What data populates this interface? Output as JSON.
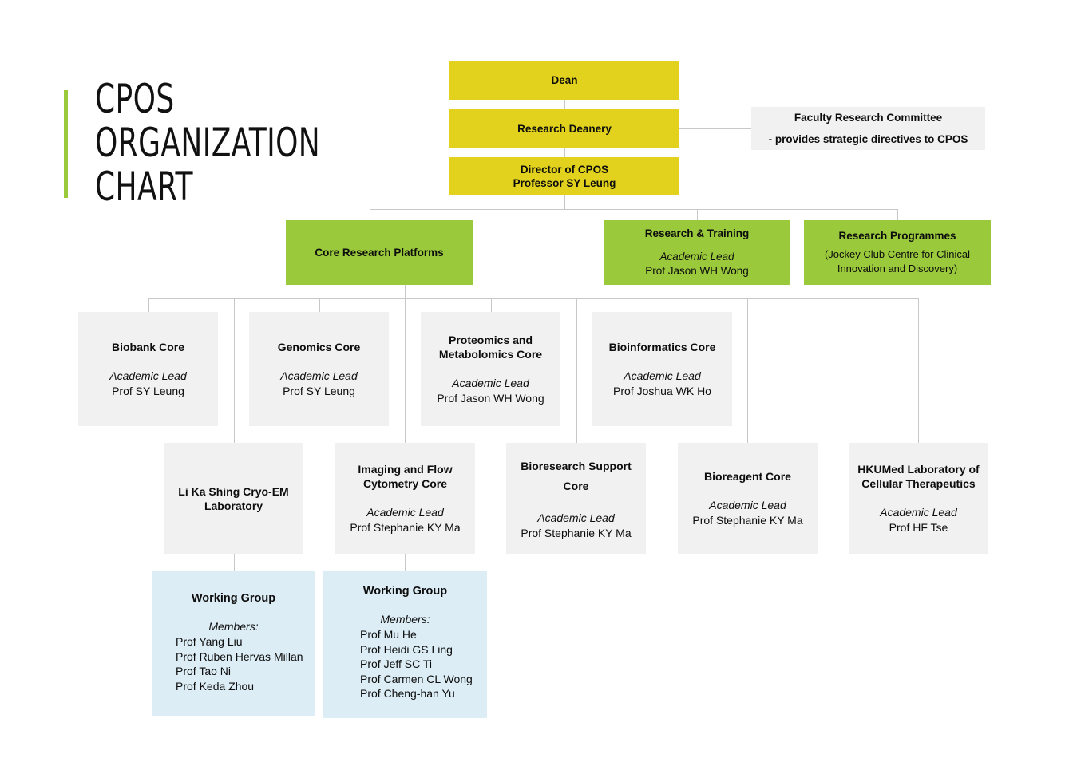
{
  "page": {
    "title_lines": "CPOS\nORGANIZATION\nCHART",
    "accent_green": "#9AC93C",
    "color_yellow": "#E2D21E",
    "color_green": "#9AC93C",
    "color_grey": "#F1F1F1",
    "color_blue": "#DCEDF5",
    "color_line": "#C8C8C8"
  },
  "executive": {
    "dean": {
      "title": "Dean"
    },
    "research_deanery": {
      "title": "Research Deanery"
    },
    "director": {
      "title": "Director of CPOS",
      "person": "Professor SY Leung"
    }
  },
  "committee": {
    "line1": "Faculty Research Committee",
    "line2": "- provides strategic directives to CPOS"
  },
  "divisions": [
    {
      "title": "Core Research Platforms"
    },
    {
      "title": "Research & Training",
      "role": "Academic Lead",
      "person": "Prof Jason WH Wong"
    },
    {
      "title": "Research Programmes",
      "subtitle": "(Jockey Club Centre for Clinical Innovation and Discovery)"
    }
  ],
  "cores_row1": [
    {
      "title": "Biobank Core",
      "role": "Academic Lead",
      "person": "Prof SY Leung"
    },
    {
      "title": "Genomics Core",
      "role": "Academic Lead",
      "person": "Prof SY Leung"
    },
    {
      "title": "Proteomics and Metabolomics Core",
      "role": "Academic Lead",
      "person": "Prof Jason WH Wong"
    },
    {
      "title": "Bioinformatics Core",
      "role": "Academic Lead",
      "person": "Prof Joshua WK Ho"
    }
  ],
  "cores_row2": [
    {
      "title": "Li Ka Shing Cryo-EM Laboratory",
      "role": "",
      "person": ""
    },
    {
      "title": "Imaging and Flow Cytometry Core",
      "role": "Academic Lead",
      "person": "Prof Stephanie KY Ma"
    },
    {
      "title": "Bioresearch Support Core",
      "role": "Academic Lead",
      "person": "Prof Stephanie KY Ma"
    },
    {
      "title": "Bioreagent Core",
      "role": "Academic Lead",
      "person": "Prof Stephanie KY Ma"
    },
    {
      "title": "HKUMed Laboratory of Cellular Therapeutics",
      "role": "Academic Lead",
      "person": "Prof HF Tse"
    }
  ],
  "working_groups": [
    {
      "title": "Working Group",
      "members_label": "Members:",
      "members": "Prof Yang Liu\nProf Ruben Hervas Millan\nProf Tao Ni\nProf Keda Zhou"
    },
    {
      "title": "Working Group",
      "members_label": "Members:",
      "members": "Prof Mu He\nProf Heidi GS Ling\nProf Jeff SC Ti\nProf Carmen CL Wong\nProf Cheng-han Yu"
    }
  ]
}
